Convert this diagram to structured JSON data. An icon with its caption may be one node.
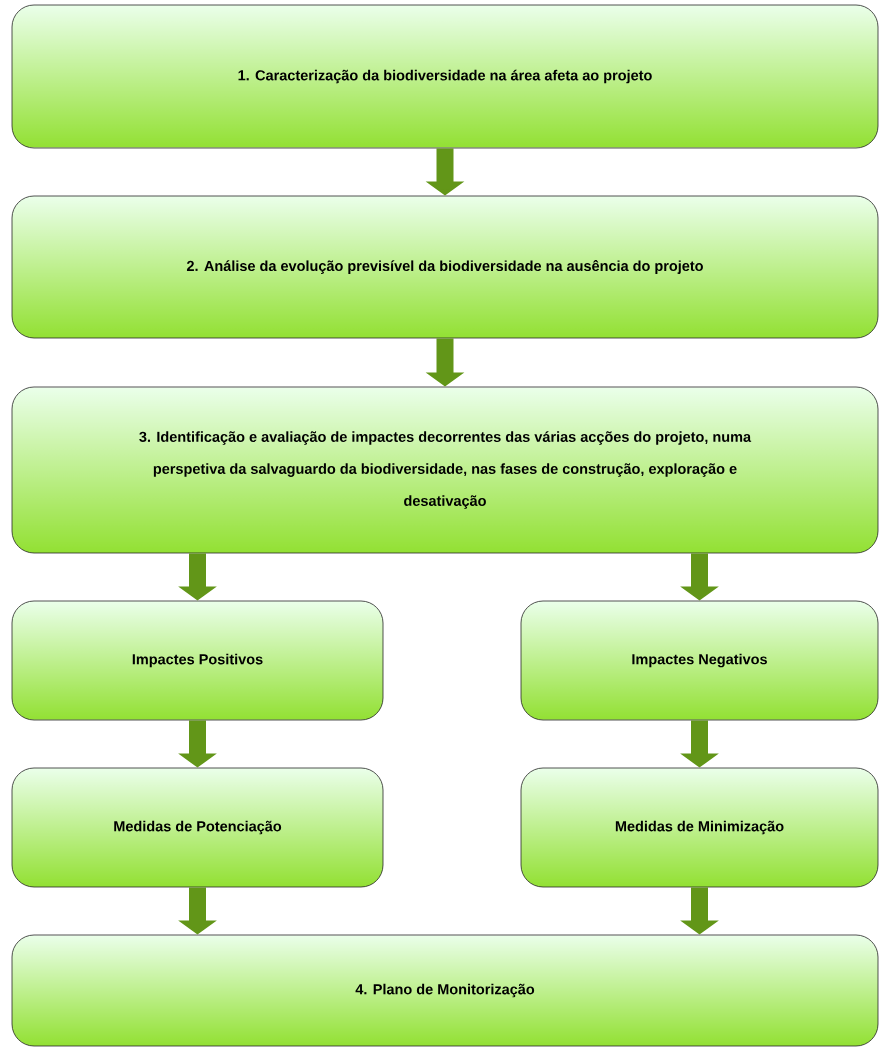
{
  "diagram": {
    "nodes": [
      {
        "text": [
          "1. Caracterização da biodiversidade na área afeta ao projeto"
        ]
      },
      {
        "text": [
          "2. Análise da evolução previsível da biodiversidade na ausência do projeto"
        ]
      },
      {
        "text": [
          "3. Identificação e avaliação de impactes decorrentes das várias acções do projeto, numa perspetiva da salvaguardo da biodiversidade, nas fases de construção, exploração e desativação"
        ]
      },
      {
        "text": [
          "Impactes Positivos"
        ]
      },
      {
        "text": [
          "Impactes Negativos"
        ]
      },
      {
        "text": [
          "Medidas de Potenciação"
        ]
      },
      {
        "text": [
          "Medidas de Minimização"
        ]
      },
      {
        "text": [
          "4. Plano de Monitorização"
        ]
      }
    ],
    "edges": [
      {
        "from": 0,
        "to": 1,
        "arrow": "to"
      },
      {
        "from": 1,
        "to": 2,
        "arrow": "to"
      },
      {
        "from": 2,
        "to": 3,
        "arrow": "to"
      },
      {
        "from": 2,
        "to": 4,
        "arrow": "to"
      },
      {
        "from": 3,
        "to": 5,
        "arrow": "to"
      },
      {
        "from": 4,
        "to": 6,
        "arrow": "to"
      },
      {
        "from": 5,
        "to": 7,
        "arrow": "to"
      },
      {
        "from": 6,
        "to": 7,
        "arrow": "to"
      }
    ]
  }
}
